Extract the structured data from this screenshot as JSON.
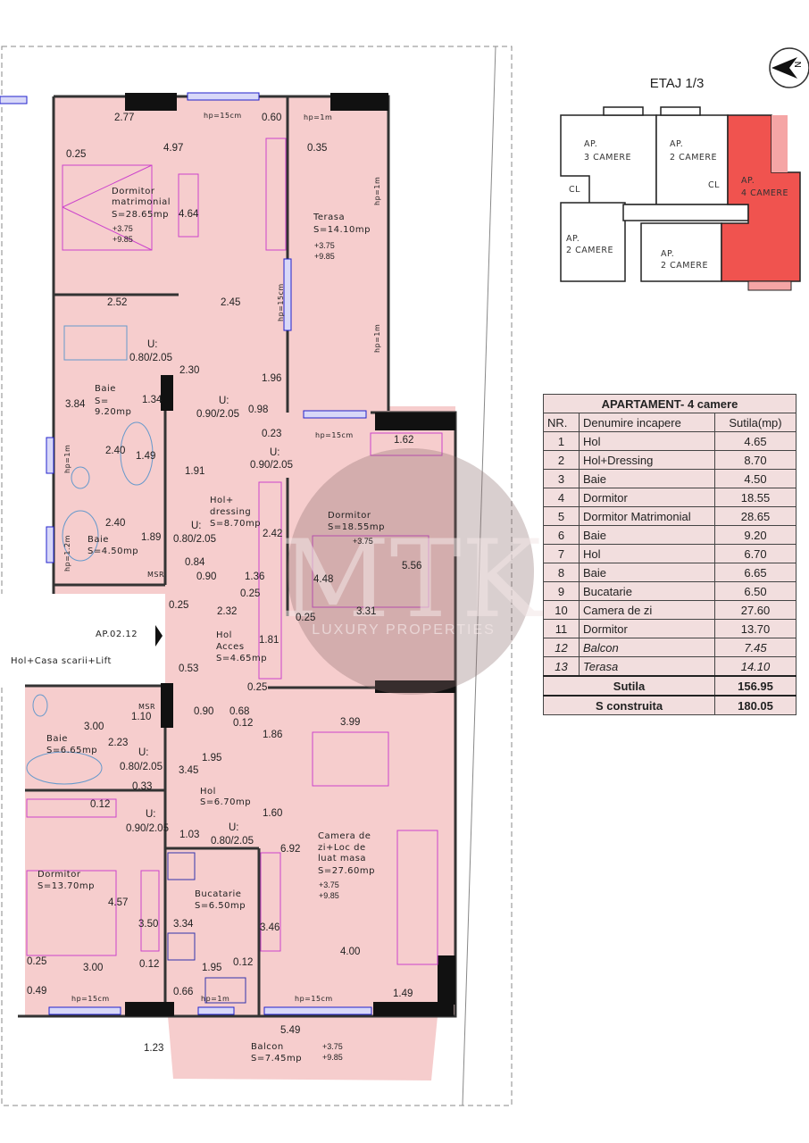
{
  "key_plan": {
    "title": "ETAJ 1/3",
    "north_label": "N",
    "apartments": [
      {
        "l1": "AP.",
        "l2": "3 CAMERE"
      },
      {
        "l1": "AP.",
        "l2": "2 CAMERE"
      },
      {
        "l1": "AP.",
        "l2": "4 CAMERE"
      },
      {
        "l1": "AP.",
        "l2": "2 CAMERE"
      },
      {
        "l1": "AP.",
        "l2": "2 CAMERE"
      }
    ],
    "cl_label": "CL",
    "highlight_color": "#f0534f"
  },
  "table": {
    "title": "APARTAMENT- 4 camere",
    "headers": [
      "NR.",
      "Denumire incapere",
      "Sutila(mp)"
    ],
    "rows": [
      {
        "nr": "1",
        "name": "Hol",
        "area": "4.65"
      },
      {
        "nr": "2",
        "name": "Hol+Dressing",
        "area": "8.70"
      },
      {
        "nr": "3",
        "name": "Baie",
        "area": "4.50"
      },
      {
        "nr": "4",
        "name": "Dormitor",
        "area": "18.55"
      },
      {
        "nr": "5",
        "name": "Dormitor Matrimonial",
        "area": "28.65"
      },
      {
        "nr": "6",
        "name": "Baie",
        "area": "9.20"
      },
      {
        "nr": "7",
        "name": "Hol",
        "area": "6.70"
      },
      {
        "nr": "8",
        "name": "Baie",
        "area": "6.65"
      },
      {
        "nr": "9",
        "name": "Bucatarie",
        "area": "6.50"
      },
      {
        "nr": "10",
        "name": "Camera de zi",
        "area": "27.60"
      },
      {
        "nr": "11",
        "name": "Dormitor",
        "area": "13.70"
      },
      {
        "nr": "12",
        "name": "Balcon",
        "area": "7.45"
      },
      {
        "nr": "13",
        "name": "Terasa",
        "area": "14.10"
      }
    ],
    "total_label": "Sutila",
    "total_value": "156.95",
    "built_label": "S construita",
    "built_value": "180.05"
  },
  "rooms": {
    "matrimonial": {
      "l1": "Dormitor",
      "l2": "matrimonial",
      "area": "S=28.65mp",
      "lv1": "+3.75",
      "lv2": "+9.85"
    },
    "terasa": {
      "l1": "Terasa",
      "area": "S=14.10mp",
      "lv1": "+3.75",
      "lv2": "+9.85"
    },
    "baie1": {
      "l1": "Baie",
      "l2": "S=",
      "area": "9.20mp"
    },
    "hol_dressing": {
      "l1": "Hol+",
      "l2": "dressing",
      "area": "S=8.70mp"
    },
    "dormitor1": {
      "l1": "Dormitor",
      "area": "S=18.55mp",
      "lv1": "+3.75"
    },
    "baie2": {
      "l1": "Baie",
      "area": "S=4.50mp"
    },
    "hol_acces": {
      "l1": "Hol",
      "l2": "Acces",
      "area": "S=4.65mp"
    },
    "stair": {
      "ap": "AP.02.12",
      "label": "Hol+Casa scarii+Lift"
    },
    "baie3": {
      "l1": "Baie",
      "area": "S=6.65mp"
    },
    "hol": {
      "l1": "Hol",
      "area": "S=6.70mp"
    },
    "dormitor2": {
      "l1": "Dormitor",
      "area": "S=13.70mp"
    },
    "bucatarie": {
      "l1": "Bucatarie",
      "area": "S=6.50mp"
    },
    "camera_zi": {
      "l1": "Camera de",
      "l2": "zi+Loc de",
      "l3": "luat masa",
      "area": "S=27.60mp",
      "lv1": "+3.75",
      "lv2": "+9.85"
    },
    "balcon": {
      "l1": "Balcon",
      "area": "S=7.45mp",
      "lv1": "+3.75",
      "lv2": "+9.85"
    }
  },
  "msr": "MSR",
  "door_u": "U:",
  "watermark": {
    "logo": "MTK",
    "tagline": "LUXURY PROPERTIES"
  },
  "dims": [
    "2.77",
    "hp=15cm",
    "0.60",
    "hp=1m",
    "4.97",
    "0.25",
    "0.35",
    "4.64",
    "2.52",
    "2.45",
    "hp=15cm",
    "hp=1m",
    "hp=1m",
    "0.80/2.05",
    "2.30",
    "1.96",
    "3.84",
    "1.34",
    "0.90/2.05",
    "0.98",
    "0.23",
    "hp=15cm",
    "1.62",
    "0.90/2.05",
    "2.40",
    "1.49",
    "hp=1m",
    "1.91",
    "2.40",
    "1.89",
    "0.80/2.05",
    "hp=1.2m",
    "2.42",
    "5.56",
    "0.84",
    "0.90",
    "1.36",
    "4.48",
    "0.25",
    "0.25",
    "2.32",
    "0.25",
    "3.31",
    "1.81",
    "0.53",
    "0.25",
    "0.90",
    "0.68",
    "0.12",
    "1.10",
    "3.00",
    "3.99",
    "1.86",
    "2.23",
    "1.95",
    "0.80/2.05",
    "3.45",
    "0.33",
    "0.12",
    "1.60",
    "0.90/2.05",
    "1.03",
    "0.80/2.05",
    "6.92",
    "4.57",
    "3.50",
    "3.34",
    "3.46",
    "4.00",
    "0.25",
    "3.00",
    "0.12",
    "1.95",
    "0.12",
    "0.49",
    "hp=15cm",
    "0.66",
    "hp=1m",
    "hp=15cm",
    "1.49",
    "5.49",
    "1.23"
  ]
}
